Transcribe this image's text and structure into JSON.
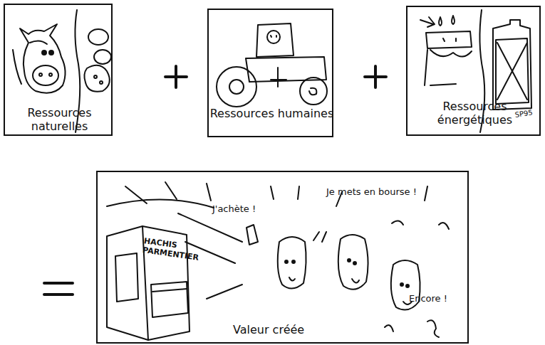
{
  "diagram": {
    "nodes": [
      {
        "text": [
          "Ressources naturelles"
        ]
      },
      {
        "text": [
          "Ressources humaines"
        ]
      },
      {
        "text": [
          "Ressources énergétiques"
        ]
      },
      {
        "text": [
          "Valeur créée"
        ]
      }
    ],
    "labels": [
      "SP95",
      "J'achète !",
      "Je mets en bourse !",
      "Encore !",
      "HACHIS PARMENTIER"
    ]
  }
}
